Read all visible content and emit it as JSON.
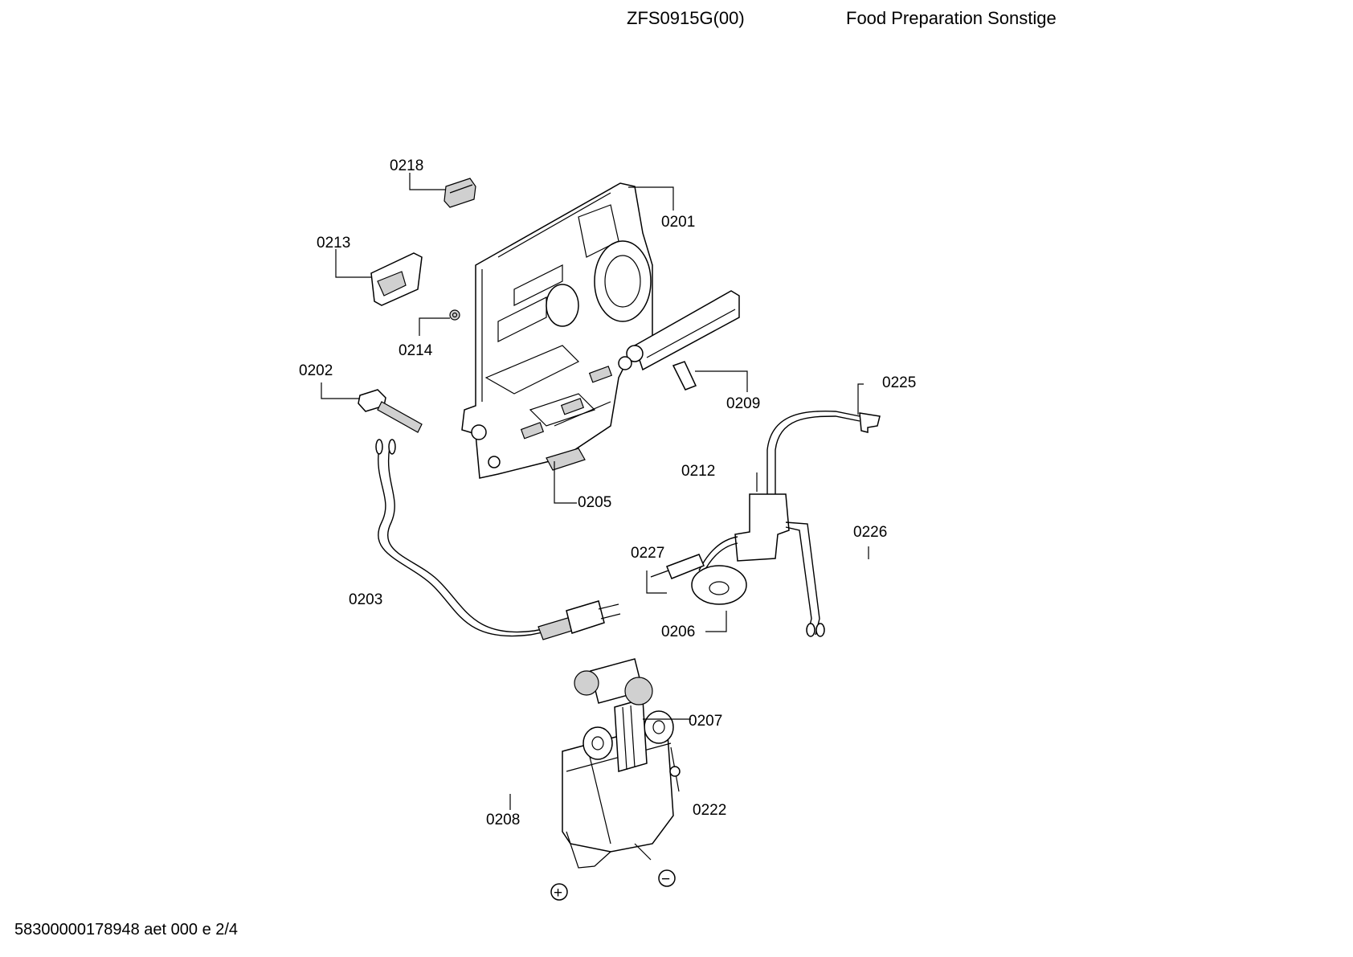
{
  "header": {
    "model": "ZFS0915G(00)",
    "category": "Food Preparation Sonstige"
  },
  "footer": {
    "doc_id": "58300000178948 aet 000 e 2/4"
  },
  "parts": {
    "p0201": "0201",
    "p0202": "0202",
    "p0203": "0203",
    "p0205": "0205",
    "p0206": "0206",
    "p0207": "0207",
    "p0208": "0208",
    "p0209": "0209",
    "p0212": "0212",
    "p0213": "0213",
    "p0214": "0214",
    "p0218": "0218",
    "p0222": "0222",
    "p0225": "0225",
    "p0226": "0226",
    "p0227": "0227"
  },
  "symbols": {
    "plus": "+",
    "minus": "−"
  }
}
